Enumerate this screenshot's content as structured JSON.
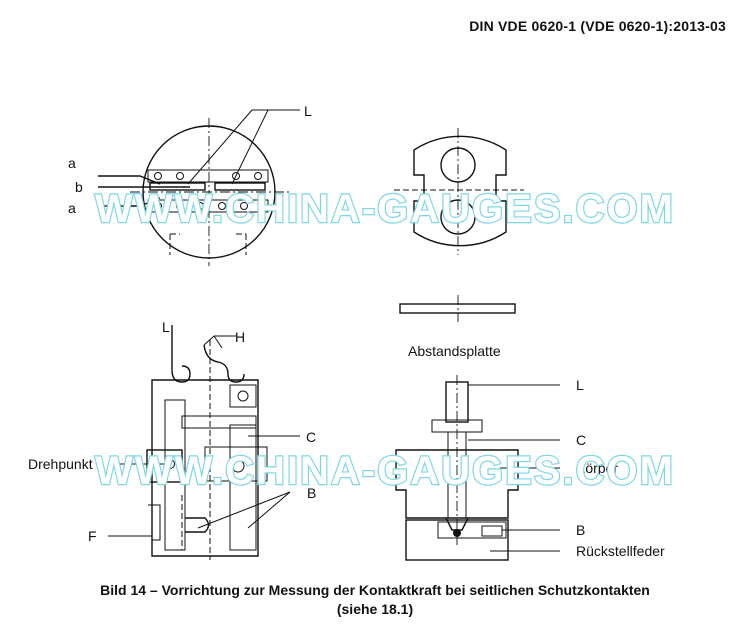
{
  "header": {
    "standard": "DIN VDE 0620-1 (VDE 0620-1):2013-03"
  },
  "labels": {
    "a_top": "a",
    "b": "b",
    "a_bottom": "a",
    "L_top": "L",
    "L_left": "L",
    "H": "H",
    "C_left": "C",
    "drehpunkt": "Drehpunkt",
    "B_left": "B",
    "F": "F",
    "abstandsplatte": "Abstandsplatte",
    "L_right": "L",
    "C_right": "C",
    "koerper": "Körper",
    "B_right": "B",
    "rueckstellfeder": "Rückstellfeder"
  },
  "watermark": "WWW.CHINA-GAUGES.COM",
  "caption": {
    "line1": "Bild 14 – Vorrichtung zur Messung der Kontaktkraft bei seitlichen Schutzkontakten",
    "line2": "(siehe 18.1)"
  },
  "colors": {
    "watermark_outline": "#7fd6e6",
    "ink": "#111111",
    "hatch": "#555555"
  }
}
